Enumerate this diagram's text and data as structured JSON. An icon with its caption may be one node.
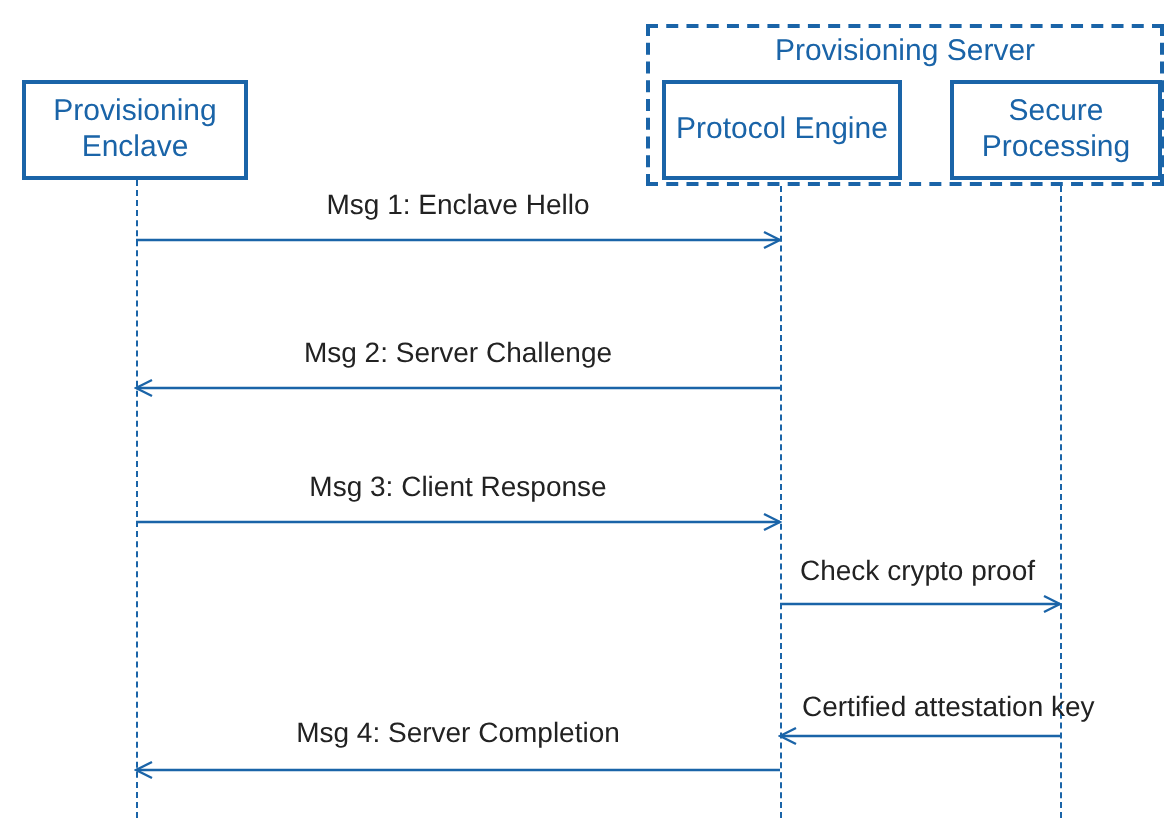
{
  "diagram": {
    "nodes": [
      {
        "text": [
          "Provisioning Server"
        ]
      },
      {
        "text": [
          "Provisioning Enclave"
        ]
      },
      {
        "text": [
          "Protocol Engine"
        ],
        "in": 0
      },
      {
        "text": [
          "Secure Processing"
        ],
        "in": 0
      },
      {
        "text": [],
        "shape": "line"
      },
      {
        "text": [],
        "shape": "line"
      },
      {
        "text": [],
        "shape": "line"
      }
    ],
    "edges": [
      {
        "from": 4,
        "to": 5,
        "arrow": "to",
        "label": "Msg 1: Enclave Hello"
      },
      {
        "from": 5,
        "to": 4,
        "arrow": "to",
        "label": "Msg 2: Server Challenge"
      },
      {
        "from": 4,
        "to": 5,
        "arrow": "to",
        "label": "Msg 3: Client Response"
      },
      {
        "from": 5,
        "to": 6,
        "arrow": "to",
        "label": "Check crypto proof"
      },
      {
        "from": 6,
        "to": 5,
        "arrow": "to",
        "label": "Certified attestation key"
      },
      {
        "from": 5,
        "to": 4,
        "arrow": "to",
        "label": "Msg 4: Server Completion"
      }
    ]
  }
}
